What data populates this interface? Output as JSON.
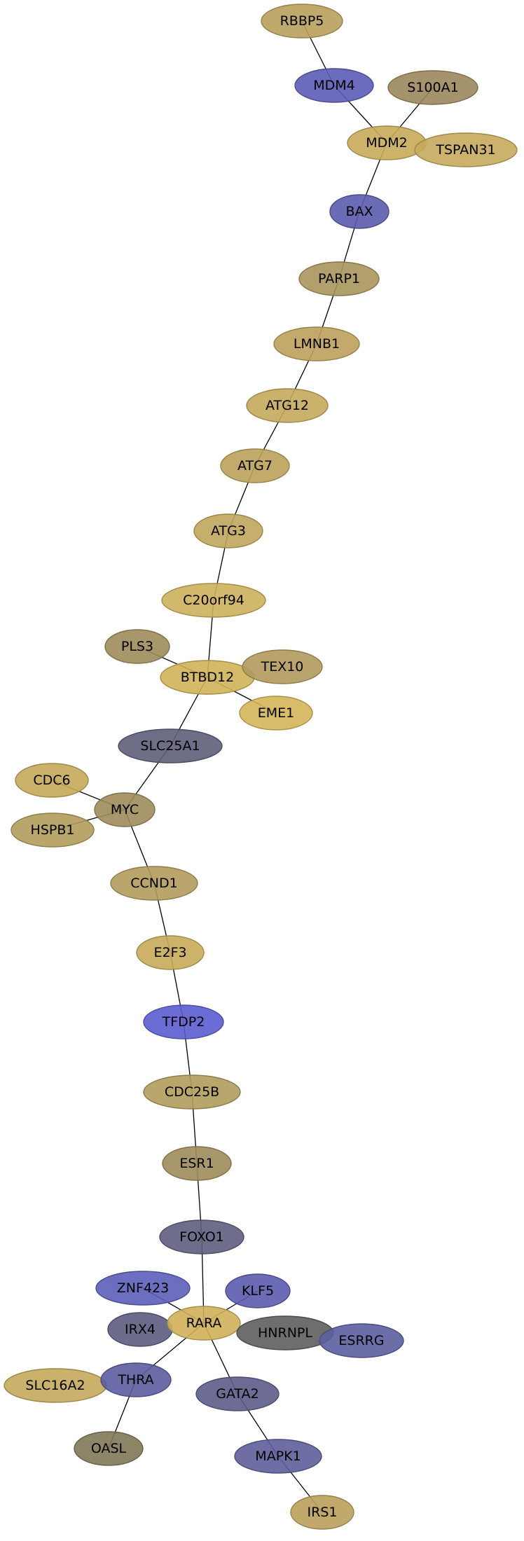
{
  "network": {
    "nodes": [
      {
        "name": "RBBP5",
        "color": "#b8a05c"
      },
      {
        "name": "MDM4",
        "color": "#5c5cb8"
      },
      {
        "name": "S100A1",
        "color": "#9a875c"
      },
      {
        "name": "MDM2",
        "color": "#c8ab5a"
      },
      {
        "name": "TSPAN31",
        "color": "#c6aa5c"
      },
      {
        "name": "BAX",
        "color": "#5c5cae"
      },
      {
        "name": "PARP1",
        "color": "#a8955c"
      },
      {
        "name": "LMNB1",
        "color": "#bca15c"
      },
      {
        "name": "ATG12",
        "color": "#c4a85c"
      },
      {
        "name": "ATG7",
        "color": "#bba15a"
      },
      {
        "name": "ATG3",
        "color": "#c0a55c"
      },
      {
        "name": "C20orf94",
        "color": "#cdb05c"
      },
      {
        "name": "PLS3",
        "color": "#a08c5c"
      },
      {
        "name": "BTBD12",
        "color": "#d0b25a"
      },
      {
        "name": "TEX10",
        "color": "#b09a5c"
      },
      {
        "name": "EME1",
        "color": "#d4b55a"
      },
      {
        "name": "SLC25A1",
        "color": "#5e5e7a"
      },
      {
        "name": "CDC6",
        "color": "#c6a95a"
      },
      {
        "name": "MYC",
        "color": "#a08c5c"
      },
      {
        "name": "HSPB1",
        "color": "#b09c5c"
      },
      {
        "name": "CCND1",
        "color": "#b29c5c"
      },
      {
        "name": "E2F3",
        "color": "#c8ab5a"
      },
      {
        "name": "TFDP2",
        "color": "#5c5cd0"
      },
      {
        "name": "CDC25B",
        "color": "#b09c5c"
      },
      {
        "name": "ESR1",
        "color": "#a08c5c"
      },
      {
        "name": "FOXO1",
        "color": "#5e5e80"
      },
      {
        "name": "ZNF423",
        "color": "#5c5eb8"
      },
      {
        "name": "KLF5",
        "color": "#5c5cae"
      },
      {
        "name": "IRX4",
        "color": "#5c5c80"
      },
      {
        "name": "RARA",
        "color": "#d0b05a"
      },
      {
        "name": "HNRNPL",
        "color": "#5e5e5e"
      },
      {
        "name": "ESRRG",
        "color": "#5c5ea0"
      },
      {
        "name": "SLC16A2",
        "color": "#c4a85c"
      },
      {
        "name": "THRA",
        "color": "#5c5ca0"
      },
      {
        "name": "GATA2",
        "color": "#5c5c8a"
      },
      {
        "name": "OASL",
        "color": "#807858"
      },
      {
        "name": "MAPK1",
        "color": "#5e5e9a"
      },
      {
        "name": "IRS1",
        "color": "#baa05c"
      }
    ],
    "edges": [
      [
        "RBBP5",
        "MDM4"
      ],
      [
        "MDM4",
        "MDM2"
      ],
      [
        "S100A1",
        "MDM2"
      ],
      [
        "MDM2",
        "BAX"
      ],
      [
        "BAX",
        "PARP1"
      ],
      [
        "PARP1",
        "LMNB1"
      ],
      [
        "LMNB1",
        "ATG12"
      ],
      [
        "ATG12",
        "ATG7"
      ],
      [
        "ATG7",
        "ATG3"
      ],
      [
        "ATG3",
        "C20orf94"
      ],
      [
        "C20orf94",
        "BTBD12"
      ],
      [
        "PLS3",
        "BTBD12"
      ],
      [
        "BTBD12",
        "EME1"
      ],
      [
        "BTBD12",
        "SLC25A1"
      ],
      [
        "SLC25A1",
        "MYC"
      ],
      [
        "CDC6",
        "MYC"
      ],
      [
        "HSPB1",
        "MYC"
      ],
      [
        "MYC",
        "CCND1"
      ],
      [
        "CCND1",
        "E2F3"
      ],
      [
        "E2F3",
        "TFDP2"
      ],
      [
        "TFDP2",
        "CDC25B"
      ],
      [
        "CDC25B",
        "ESR1"
      ],
      [
        "ESR1",
        "FOXO1"
      ],
      [
        "FOXO1",
        "RARA"
      ],
      [
        "ZNF423",
        "RARA"
      ],
      [
        "KLF5",
        "RARA"
      ],
      [
        "RARA",
        "THRA"
      ],
      [
        "RARA",
        "GATA2"
      ],
      [
        "THRA",
        "OASL"
      ],
      [
        "GATA2",
        "MAPK1"
      ],
      [
        "MAPK1",
        "IRS1"
      ]
    ]
  }
}
